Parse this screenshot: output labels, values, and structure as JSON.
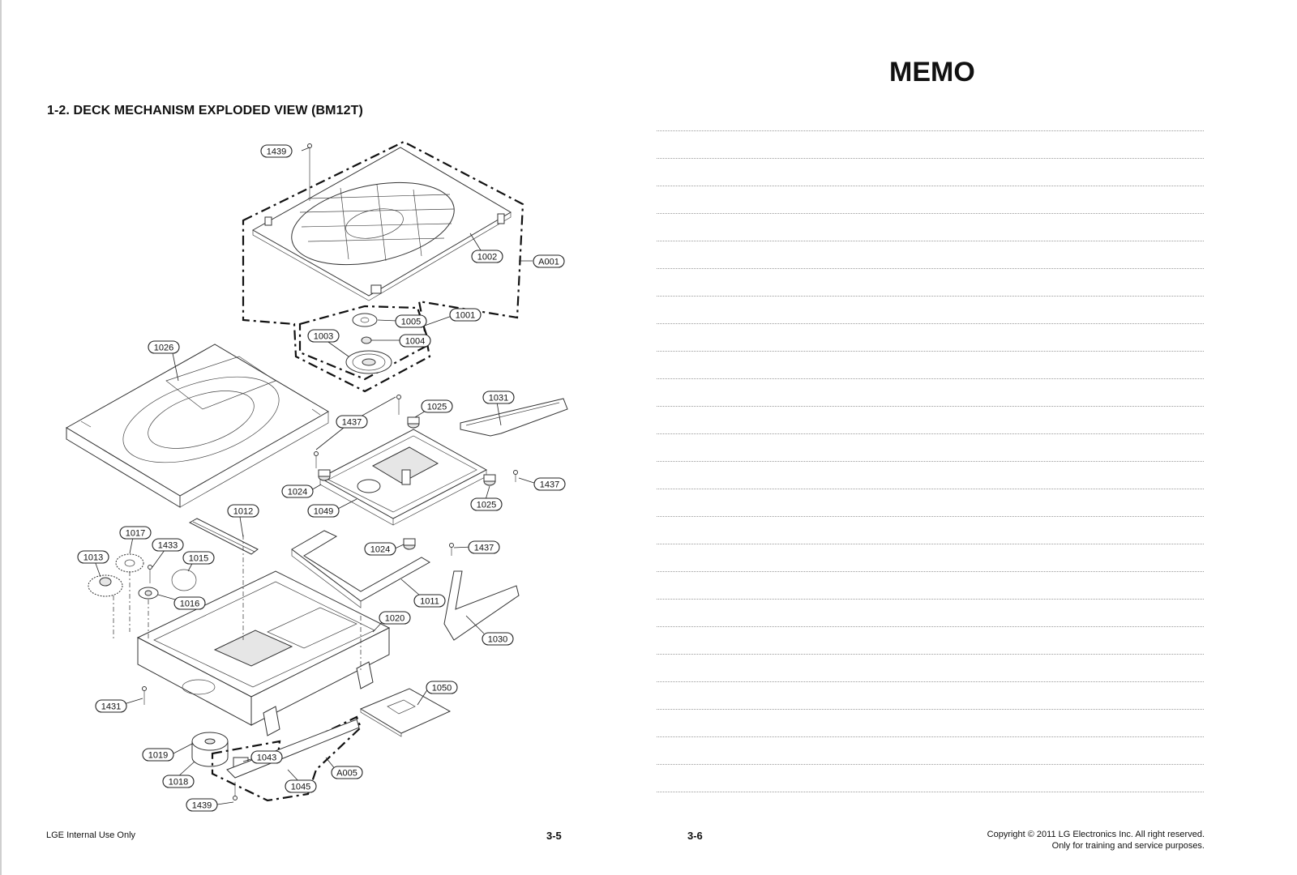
{
  "left_page": {
    "section_title": "1-2. DECK MECHANISM EXPLODED VIEW (BM12T)",
    "footer_left": "LGE Internal Use Only",
    "page_number": "3-5"
  },
  "right_page": {
    "memo_title": "MEMO",
    "page_number": "3-6",
    "copyright_line1": "Copyright © 2011 LG Electronics Inc. All right reserved.",
    "copyright_line2": "Only for training and service purposes."
  },
  "part_labels": [
    {
      "id": "label-1439-top",
      "text": "1439"
    },
    {
      "id": "label-1002",
      "text": "1002"
    },
    {
      "id": "label-a001",
      "text": "A001"
    },
    {
      "id": "label-1001",
      "text": "1001"
    },
    {
      "id": "label-1005",
      "text": "1005"
    },
    {
      "id": "label-1003",
      "text": "1003"
    },
    {
      "id": "label-1004",
      "text": "1004"
    },
    {
      "id": "label-1026",
      "text": "1026"
    },
    {
      "id": "label-1025-top",
      "text": "1025"
    },
    {
      "id": "label-1031",
      "text": "1031"
    },
    {
      "id": "label-1437-a",
      "text": "1437"
    },
    {
      "id": "label-1437-b",
      "text": "1437"
    },
    {
      "id": "label-1024-a",
      "text": "1024"
    },
    {
      "id": "label-1049",
      "text": "1049"
    },
    {
      "id": "label-1025-bottom",
      "text": "1025"
    },
    {
      "id": "label-1012",
      "text": "1012"
    },
    {
      "id": "label-1017",
      "text": "1017"
    },
    {
      "id": "label-1433",
      "text": "1433"
    },
    {
      "id": "label-1024-b",
      "text": "1024"
    },
    {
      "id": "label-1437-c",
      "text": "1437"
    },
    {
      "id": "label-1013",
      "text": "1013"
    },
    {
      "id": "label-1015",
      "text": "1015"
    },
    {
      "id": "label-1016",
      "text": "1016"
    },
    {
      "id": "label-1011",
      "text": "1011"
    },
    {
      "id": "label-1020",
      "text": "1020"
    },
    {
      "id": "label-1030",
      "text": "1030"
    },
    {
      "id": "label-1050",
      "text": "1050"
    },
    {
      "id": "label-1431",
      "text": "1431"
    },
    {
      "id": "label-1019",
      "text": "1019"
    },
    {
      "id": "label-1043",
      "text": "1043"
    },
    {
      "id": "label-1018",
      "text": "1018"
    },
    {
      "id": "label-1045",
      "text": "1045"
    },
    {
      "id": "label-a005",
      "text": "A005"
    },
    {
      "id": "label-1439-bottom",
      "text": "1439"
    }
  ]
}
